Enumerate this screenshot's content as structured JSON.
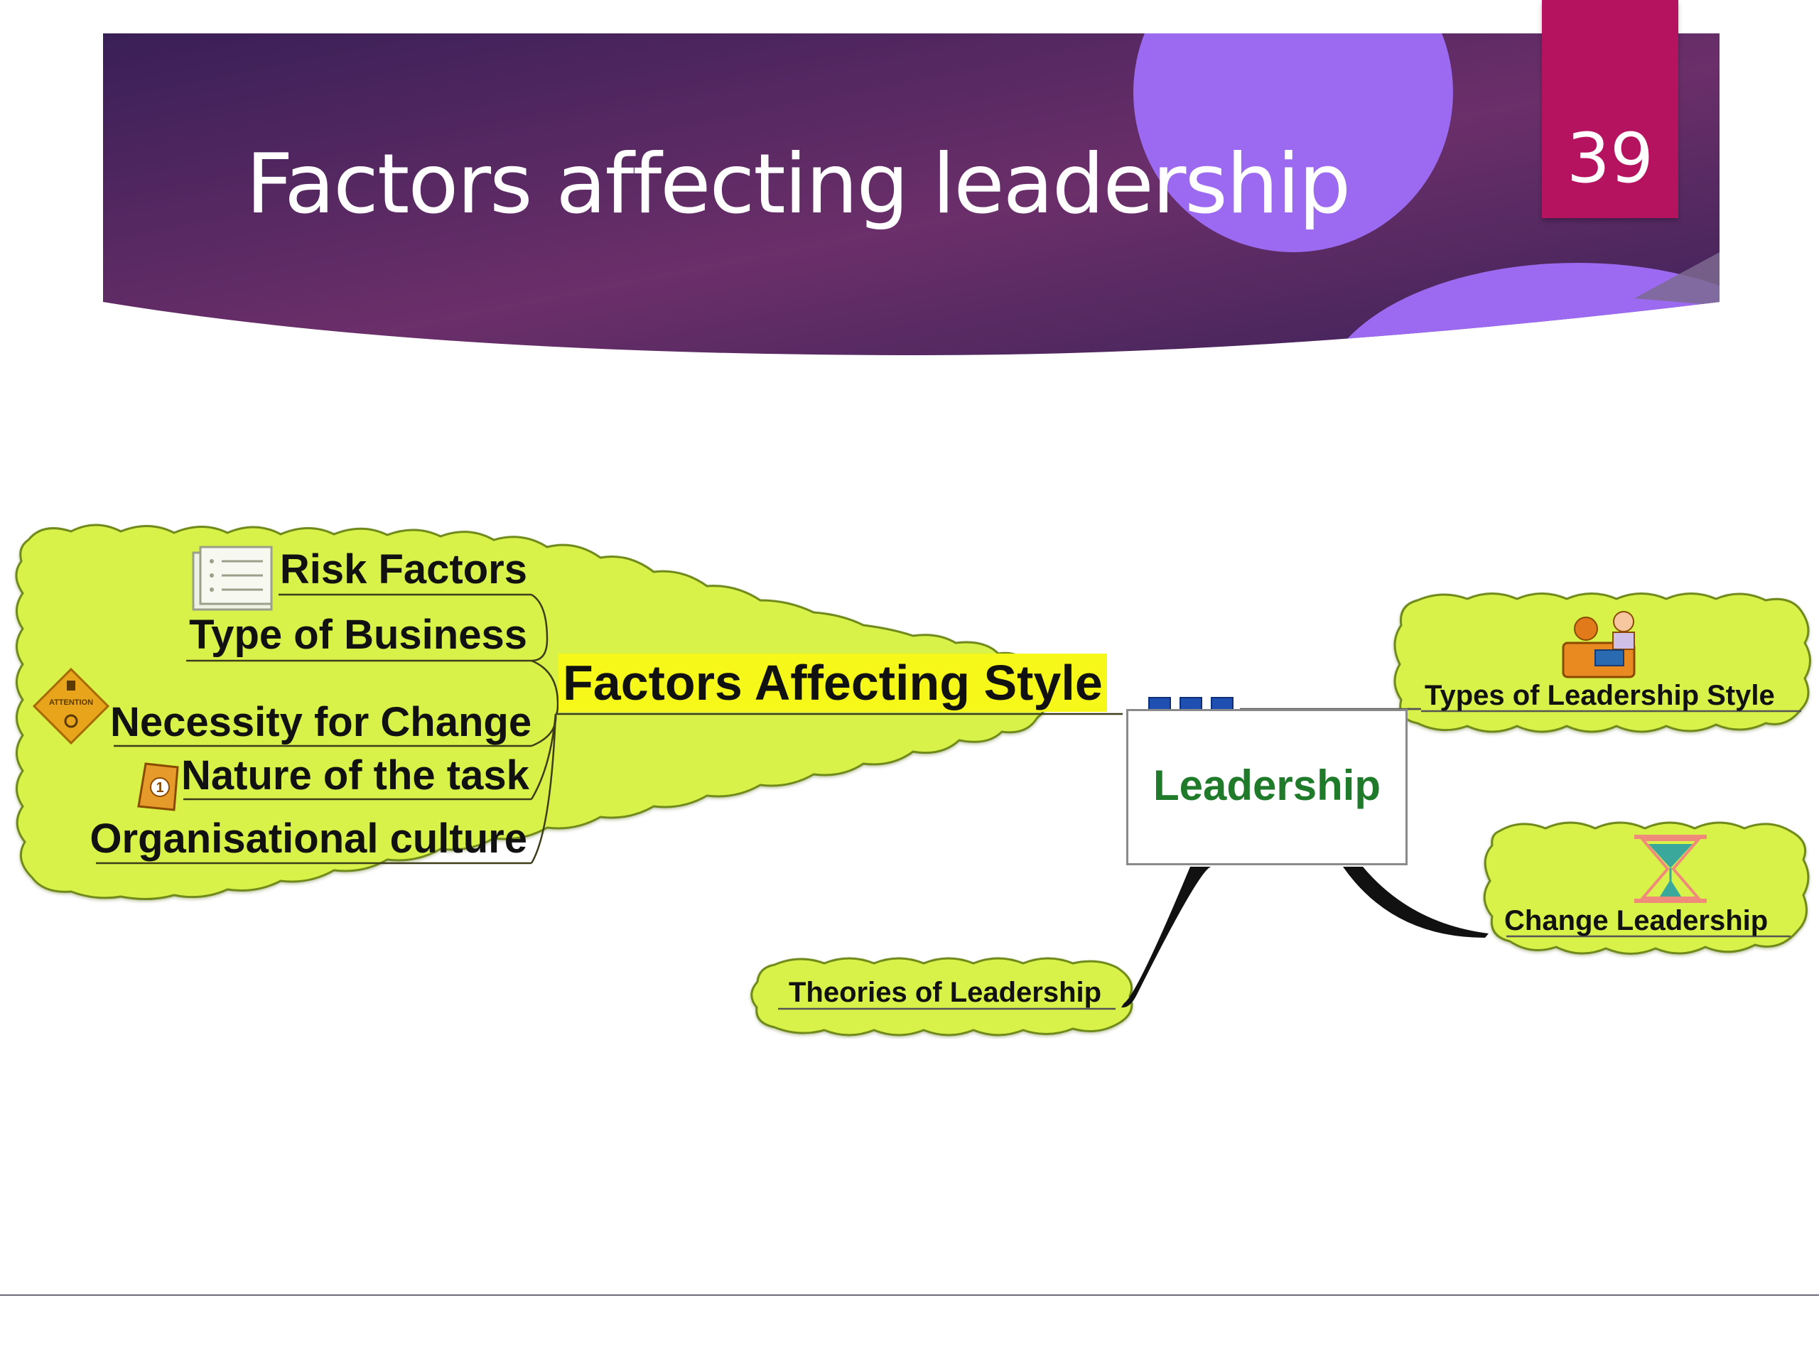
{
  "slide": {
    "title": "Factors affecting leadership",
    "number": "39"
  },
  "mindmap": {
    "central": "Leadership",
    "main_branch": "Factors Affecting Style",
    "factors": [
      "Risk Factors",
      "Type of Business",
      "Necessity for Change",
      "Nature of the task",
      "Organisational culture"
    ],
    "other_branches": {
      "types": "Types of Leadership Style",
      "change": "Change Leadership",
      "theories": "Theories of Leadership"
    },
    "icons": {
      "risk": "checklist-icon",
      "necessity": "attention-sign-icon",
      "nature": "task-card-icon",
      "types": "people-at-desk-icon",
      "change": "hourglass-icon"
    },
    "attention_sign_text": "ATTENTION"
  },
  "colors": {
    "header_dark": "#3a1f57",
    "header_mid": "#6b2f6a",
    "accent_circle": "#9b6af0",
    "number_tab": "#b5135f",
    "cloud_fill": "#d8f24a",
    "cloud_stroke": "#6f8a1a",
    "highlight": "#f6f81a",
    "center_text": "#1f7a2a",
    "expander": "#1f4fb0"
  }
}
